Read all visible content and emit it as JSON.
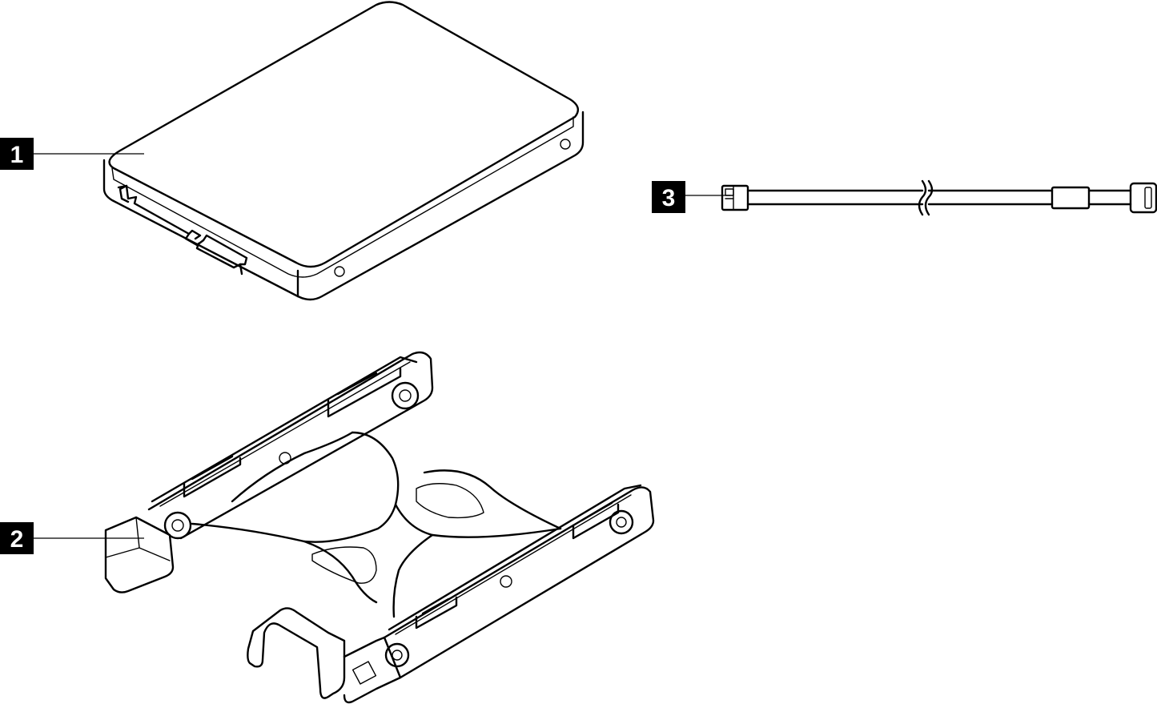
{
  "callouts": [
    {
      "number": "1",
      "part": "drive"
    },
    {
      "number": "2",
      "part": "drive-adapter"
    },
    {
      "number": "3",
      "part": "signal-cable"
    }
  ],
  "colors": {
    "line": "#000000",
    "callout_background": "#000000",
    "callout_text": "#ffffff",
    "background": "#ffffff"
  }
}
